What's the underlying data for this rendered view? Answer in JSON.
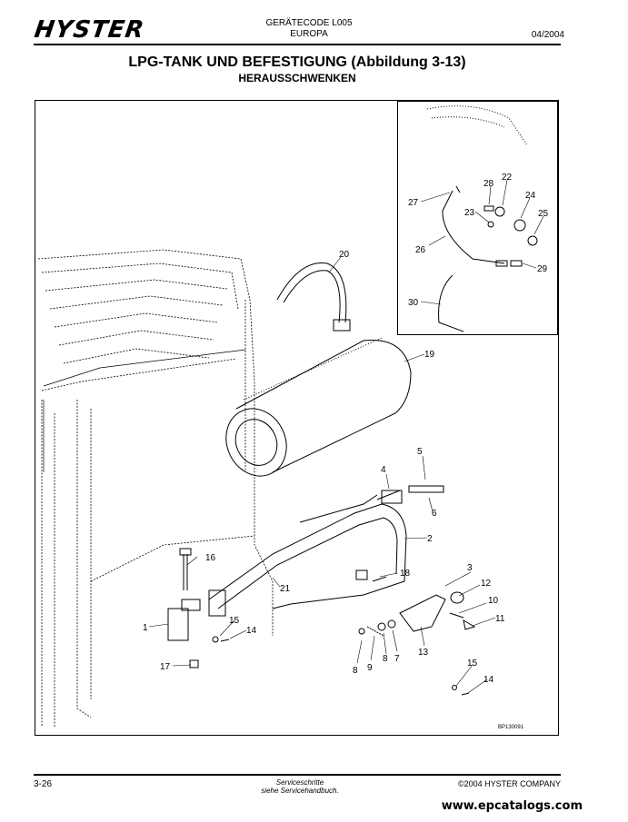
{
  "header": {
    "brand": "HYSTER",
    "code_line1": "GERÄTECODE L005",
    "code_line2": "EUROPA",
    "date": "04/2004"
  },
  "title": "LPG-TANK UND BEFESTIGUNG (Abbildung 3-13)",
  "subtitle": "HERAUSSCHWENKEN",
  "figure": {
    "reference": "BP130091",
    "callouts": [
      "1",
      "2",
      "3",
      "4",
      "5",
      "6",
      "7",
      "8",
      "8",
      "9",
      "10",
      "11",
      "12",
      "13",
      "14",
      "14",
      "15",
      "15",
      "16",
      "17",
      "18",
      "19",
      "20",
      "21",
      "22",
      "23",
      "24",
      "25",
      "26",
      "27",
      "28",
      "29",
      "30"
    ]
  },
  "footer": {
    "page": "3-26",
    "note_line1": "Serviceschritte",
    "note_line2": "siehe Servicehandbuch.",
    "copyright": "©2004 HYSTER COMPANY"
  },
  "watermark": "www.epcatalogs.com"
}
